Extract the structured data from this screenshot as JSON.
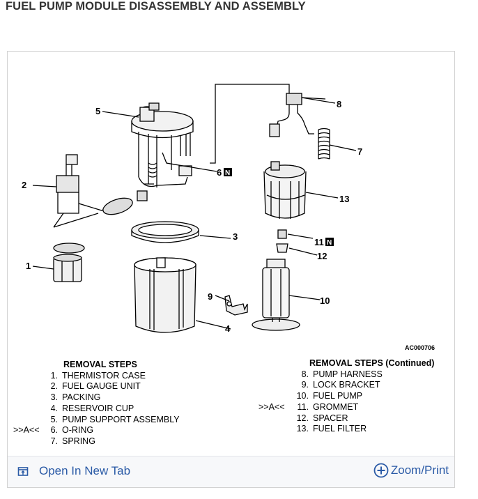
{
  "page": {
    "title": "FUEL PUMP MODULE DISASSEMBLY AND ASSEMBLY"
  },
  "figure": {
    "code": "AC000706",
    "callouts": [
      "1",
      "2",
      "3",
      "4",
      "5",
      "6",
      "7",
      "8",
      "9",
      "10",
      "11",
      "12",
      "13"
    ],
    "n_badge": "N"
  },
  "removal_steps": {
    "header": "REMOVAL STEPS",
    "items": [
      {
        "num": "1.",
        "label": "THERMISTOR CASE",
        "mark": ""
      },
      {
        "num": "2.",
        "label": "FUEL GAUGE UNIT",
        "mark": ""
      },
      {
        "num": "3.",
        "label": "PACKING",
        "mark": ""
      },
      {
        "num": "4.",
        "label": "RESERVOIR CUP",
        "mark": ""
      },
      {
        "num": "5.",
        "label": "PUMP SUPPORT ASSEMBLY",
        "mark": ""
      },
      {
        "num": "6.",
        "label": "O-RING",
        "mark": ">>A<<"
      },
      {
        "num": "7.",
        "label": "SPRING",
        "mark": ""
      }
    ]
  },
  "removal_steps_continued": {
    "header": "REMOVAL STEPS (Continued)",
    "items": [
      {
        "num": "8.",
        "label": "PUMP HARNESS",
        "mark": ""
      },
      {
        "num": "9.",
        "label": "LOCK BRACKET",
        "mark": ""
      },
      {
        "num": "10.",
        "label": "FUEL PUMP",
        "mark": ""
      },
      {
        "num": "11.",
        "label": "GROMMET",
        "mark": ">>A<<"
      },
      {
        "num": "12.",
        "label": "SPACER",
        "mark": ""
      },
      {
        "num": "13.",
        "label": "FUEL FILTER",
        "mark": ""
      }
    ]
  },
  "footer": {
    "open_tab_label": "Open In New Tab",
    "zoom_label": "Zoom/Print",
    "link_color": "#2a5aa6"
  }
}
